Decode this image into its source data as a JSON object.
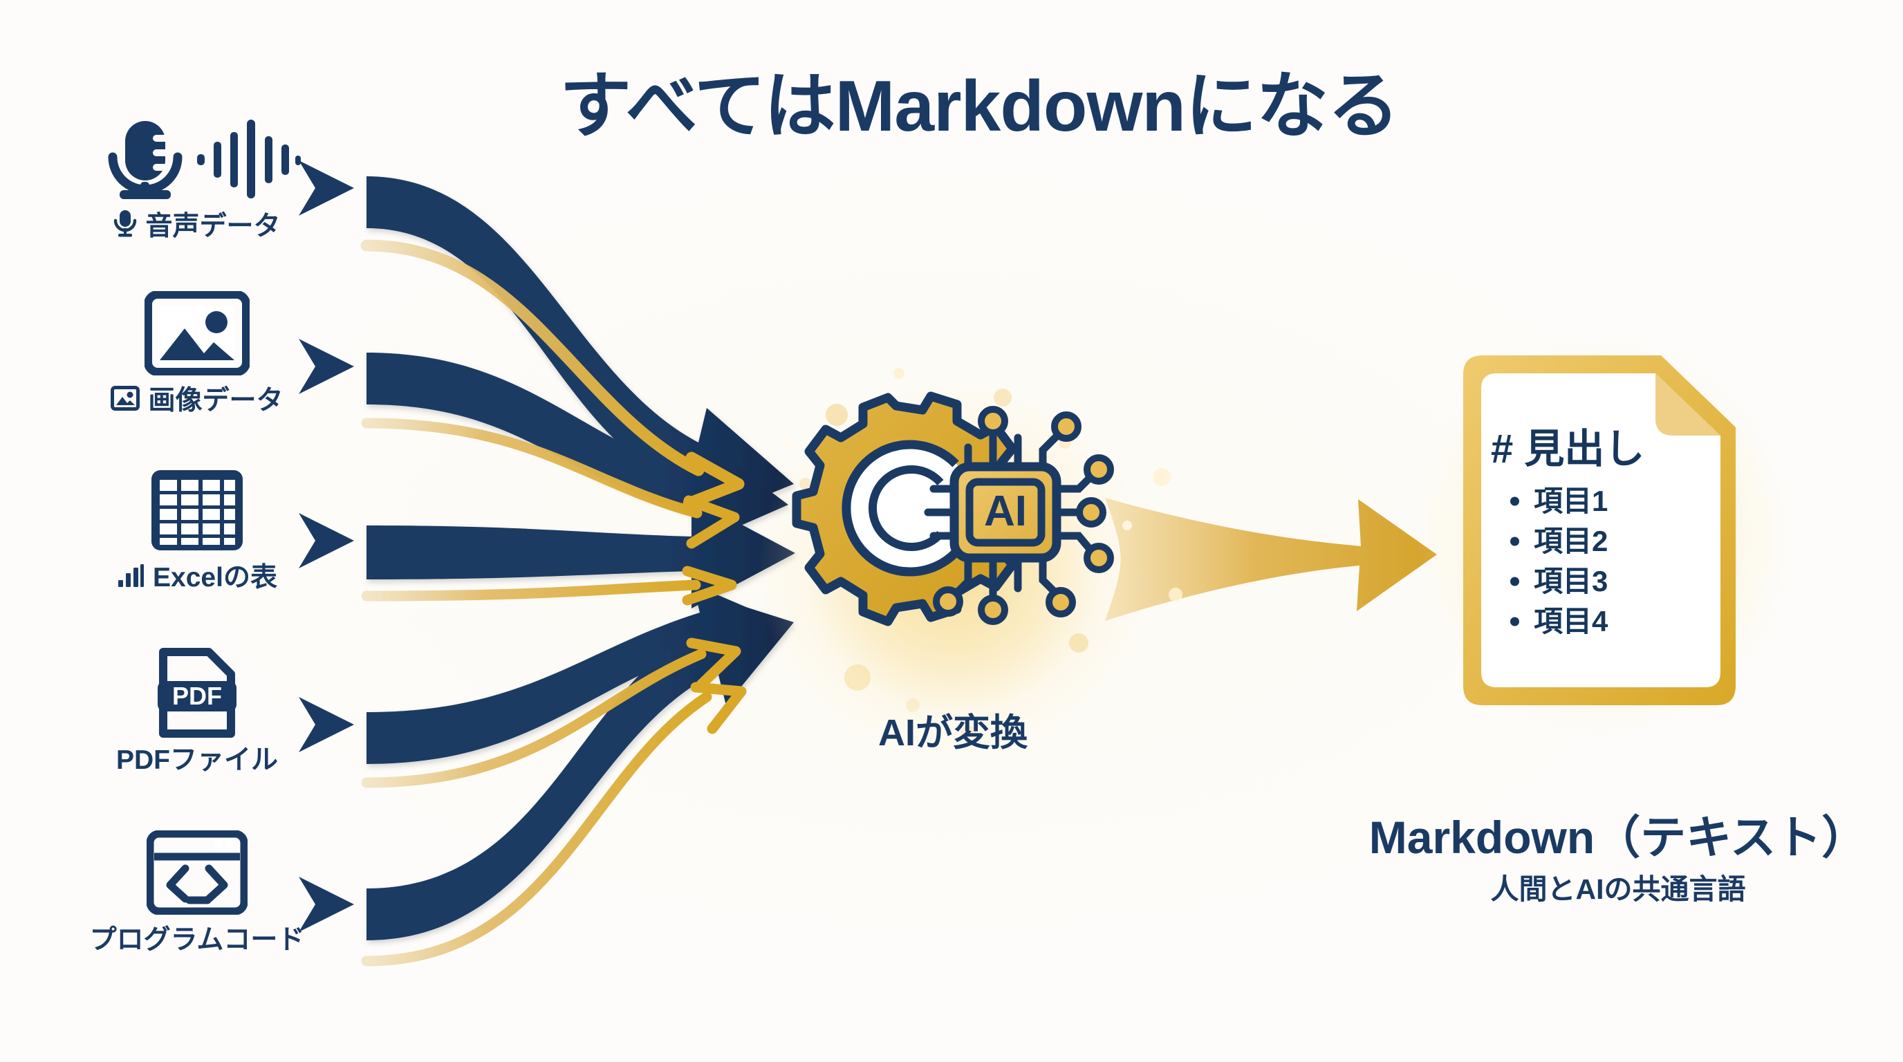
{
  "title": "すべてはMarkdownになる",
  "colors": {
    "navy": "#1B3A63",
    "navy_dark": "#16365C",
    "gold": "#D9A828",
    "gold_light": "#E8C56A",
    "gold_pale": "#F0DCA8",
    "background": "#FDFCFA",
    "paper": "#FFFFFF"
  },
  "sources": [
    {
      "id": "audio",
      "icon": "microphone-waveform-icon",
      "mini_icon": "microphone-icon",
      "label": "音声データ"
    },
    {
      "id": "image",
      "icon": "image-photo-icon",
      "mini_icon": "image-icon",
      "label": "画像データ"
    },
    {
      "id": "excel",
      "icon": "table-grid-icon",
      "mini_icon": "bar-chart-icon",
      "label": "Excelの表"
    },
    {
      "id": "pdf",
      "icon": "pdf-file-icon",
      "mini_icon": "",
      "label": "PDFファイル"
    },
    {
      "id": "code",
      "icon": "code-window-icon",
      "mini_icon": "",
      "label": "プログラムコード"
    }
  ],
  "pdf_badge": "PDF",
  "hub": {
    "icon": "gear-ai-chip-icon",
    "chip_label": "AI",
    "label": "AIが変換"
  },
  "output": {
    "doc_icon": "document-page-icon",
    "heading": "# 見出し",
    "items": [
      "項目1",
      "項目2",
      "項目3",
      "項目4"
    ],
    "title": "Markdown（テキスト）",
    "subtitle": "人間とAIの共通言語"
  },
  "flow": {
    "input_arrow_count": 5,
    "accent_arrow_count": 5,
    "output_arrow": "gold-flare-arrow"
  }
}
